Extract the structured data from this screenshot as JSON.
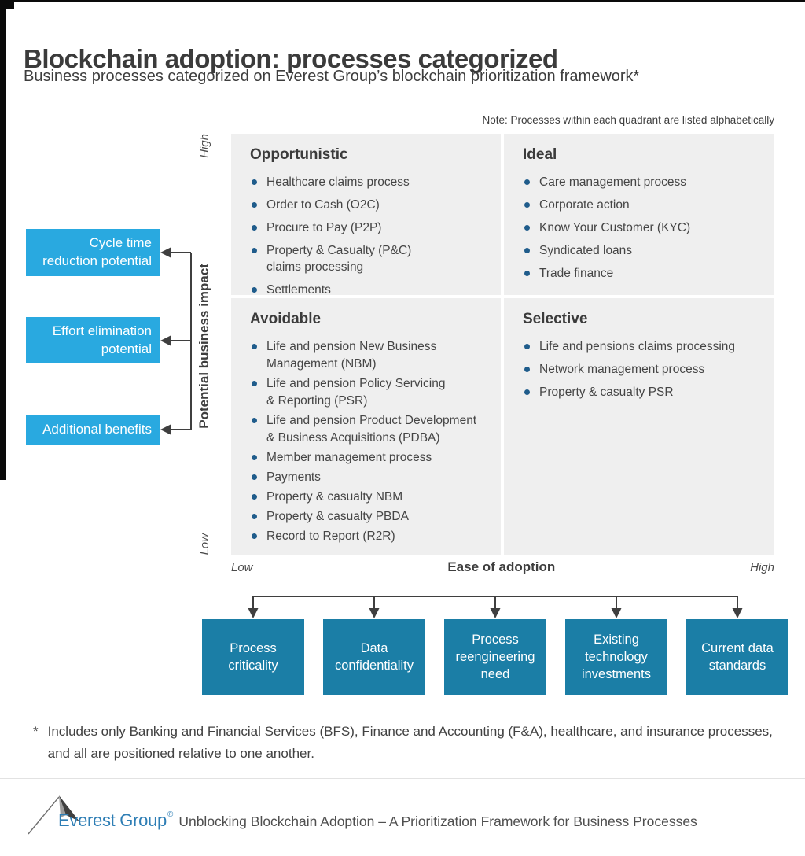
{
  "header": {
    "title": "Blockchain adoption: processes categorized",
    "subtitle": "Business processes categorized on Everest Group’s blockchain prioritization framework*",
    "note": "Note: Processes within each quadrant are listed alphabetically"
  },
  "matrix": {
    "quadrants": [
      {
        "title": "Opportunistic",
        "items": [
          "Healthcare claims process",
          "Order to Cash (O2C)",
          "Procure to Pay (P2P)",
          "Property & Casualty (P&C)\nclaims processing",
          "Settlements"
        ]
      },
      {
        "title": "Ideal",
        "items": [
          "Care management process",
          "Corporate action",
          "Know Your Customer (KYC)",
          "Syndicated loans",
          "Trade finance"
        ]
      },
      {
        "title": "Avoidable",
        "items": [
          "Life and pension New Business\nManagement (NBM)",
          "Life and pension Policy Servicing\n& Reporting (PSR)",
          "Life and pension Product Development\n& Business Acquisitions (PDBA)",
          "Member management process",
          "Payments",
          "Property & casualty NBM",
          "Property & casualty PBDA",
          "Record to Report (R2R)"
        ]
      },
      {
        "title": "Selective",
        "items": [
          "Life and pensions claims processing",
          "Network management process",
          "Property & casualty PSR"
        ]
      }
    ],
    "y_axis": {
      "label": "Potential business impact",
      "high": "High",
      "low": "Low"
    },
    "x_axis": {
      "label": "Ease of adoption",
      "low": "Low",
      "high": "High"
    }
  },
  "impact_callouts": [
    "Cycle time\nreduction potential",
    "Effort elimination\npotential",
    "Additional benefits"
  ],
  "adoption_factors": [
    "Process\ncriticality",
    "Data\nconfidentiality",
    "Process\nreengineering\nneed",
    "Existing\ntechnology\ninvestments",
    "Current data\nstandards"
  ],
  "footnote": {
    "marker": "*",
    "line1": "Includes only Banking and Financial Services (BFS), Finance and Accounting (F&A), healthcare, and insurance processes,",
    "line2": "and all are positioned relative to one another."
  },
  "footer": {
    "logo_text": "Everest Group",
    "registered": "®",
    "citation": "Unblocking Blockchain Adoption – A Prioritization Framework for Business Processes"
  },
  "colors": {
    "callout_blue": "#29a9e0",
    "factor_teal": "#1b7ea6",
    "bullet_navy": "#1f5c8b",
    "panel_gray": "#efefef",
    "ink": "#3e3e3e",
    "logo_blue": "#2e7eb5"
  }
}
